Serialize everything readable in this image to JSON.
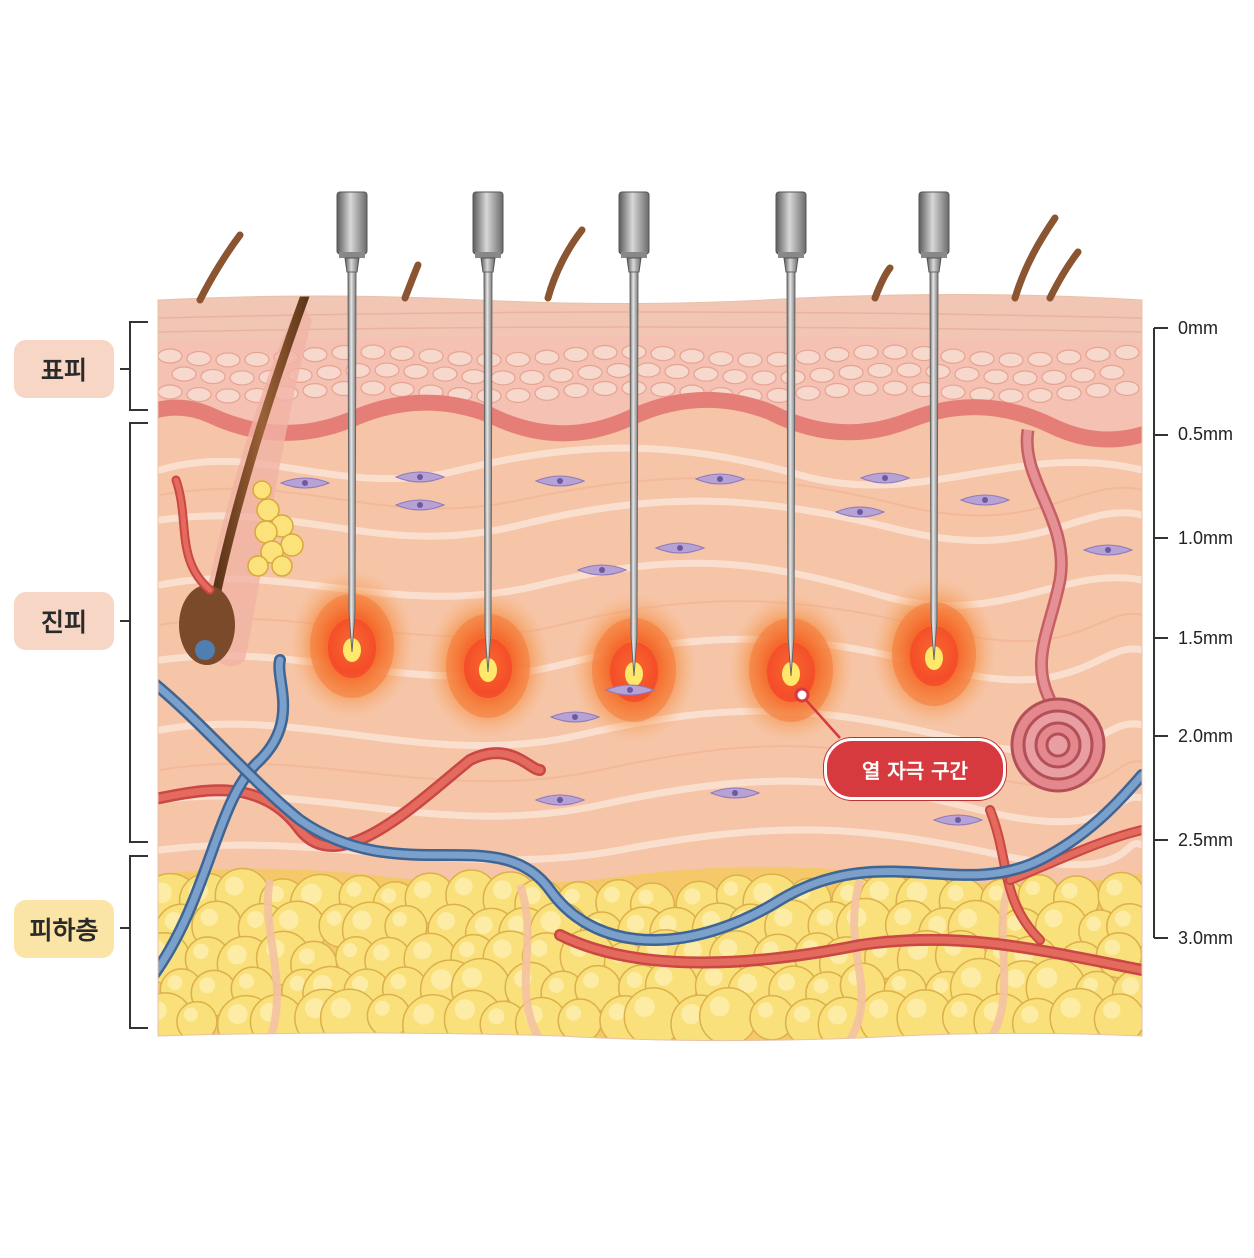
{
  "layers": {
    "epidermis": "표피",
    "dermis": "진피",
    "hypodermis": "피하층"
  },
  "depth_scale": [
    "0mm",
    "0.5mm",
    "1.0mm",
    "1.5mm",
    "2.0mm",
    "2.5mm",
    "3.0mm"
  ],
  "callout": {
    "label": "열 자극 구간"
  },
  "needles": {
    "count": 5
  },
  "colors": {
    "epidermis": "#f4c1b2",
    "dermis": "#f6c4a6",
    "fat": "#f8dd6a",
    "heat_core": "#ffe86a",
    "heat_outer": "#f26a2e",
    "artery": "#de5048",
    "vein": "#5d86b8",
    "callout": "#d63a3e",
    "label_skin": "#f8d6c6",
    "label_fat": "#fbe5a6"
  }
}
